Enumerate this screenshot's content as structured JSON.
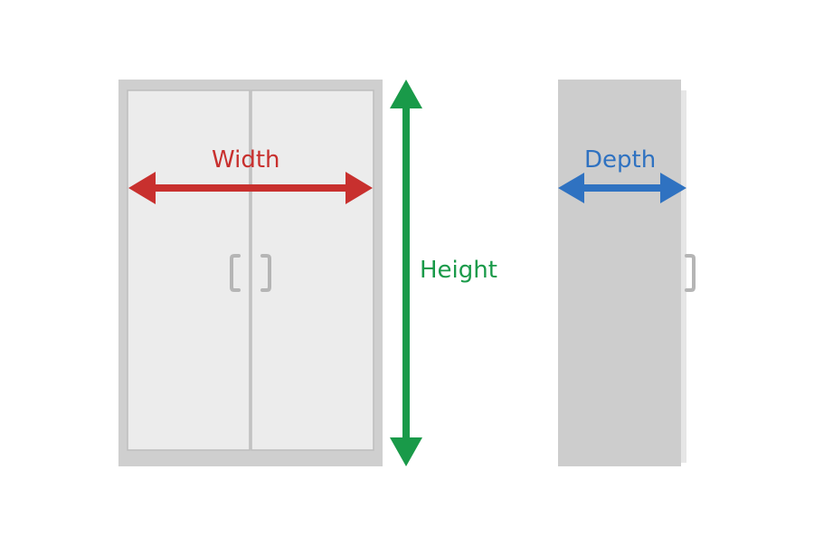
{
  "labels": {
    "width": "Width",
    "height": "Height",
    "depth": "Depth"
  },
  "colors": {
    "background": "#ffffff",
    "cabinet_frame": "#cfcfcf",
    "cabinet_door": "#ececec",
    "door_outline": "#bdbdbd",
    "handle": "#b5b5b5",
    "side_panel": "#cdcdcd",
    "side_edge": "#e6e6e6",
    "width_arrow": "#c8302e",
    "height_arrow": "#199a49",
    "depth_arrow": "#2f72c1"
  },
  "icons": {
    "width_arrow": "double-headed-horizontal-arrow",
    "height_arrow": "double-headed-vertical-arrow",
    "depth_arrow": "double-headed-horizontal-arrow"
  }
}
